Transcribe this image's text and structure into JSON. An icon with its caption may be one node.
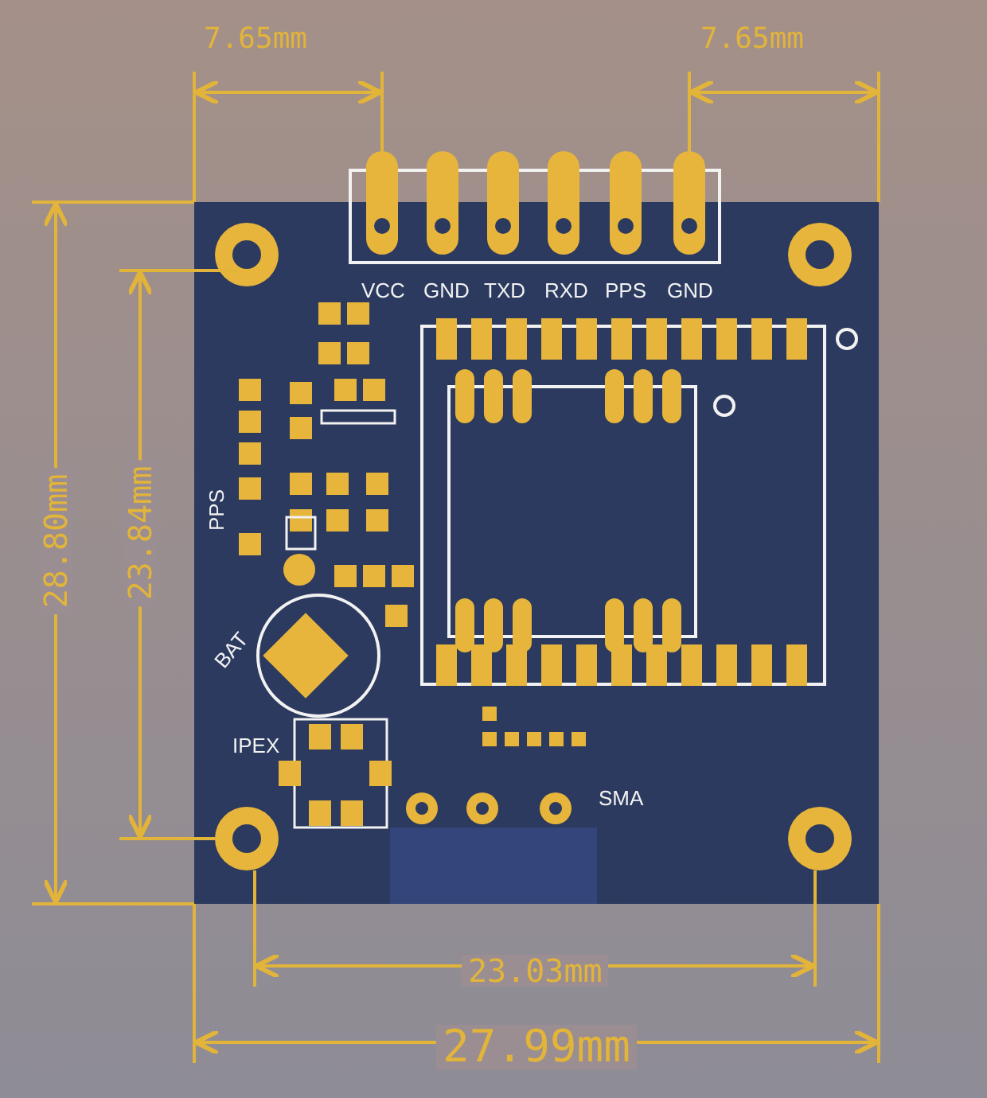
{
  "diagram": {
    "labels": [
      "7.65mm",
      "7.65mm",
      "VCC",
      "GND",
      "TXD",
      "RXD",
      "PPS",
      "GND",
      "28.80mm",
      "23.84mm",
      "PPS",
      "BAT",
      "IPEX",
      "SMA",
      "23.03mm",
      "27.99mm"
    ]
  }
}
